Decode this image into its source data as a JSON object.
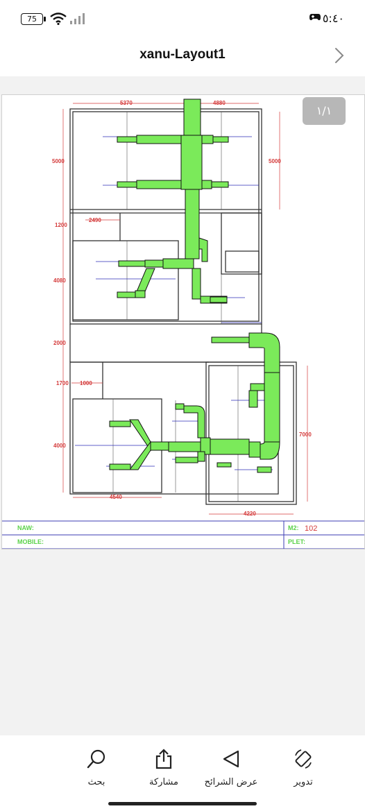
{
  "status": {
    "battery": "75",
    "time": "٥:٤٠"
  },
  "header": {
    "title": "xanu-Layout1"
  },
  "viewer": {
    "page_indicator": "١/١"
  },
  "drawing": {
    "dim_top_left": "5370",
    "dim_top_right": "4880",
    "dim_left_1": "5000",
    "dim_right_1": "5000",
    "dim_left_2": "1200",
    "dim_inner_1": "2490",
    "dim_left_3": "4080",
    "dim_left_4": "2000",
    "dim_left_5": "1700",
    "dim_inner_2": "1000",
    "dim_left_6": "4000",
    "dim_right_2": "7000",
    "dim_bottom_left": "4540",
    "dim_bottom_right": "4220",
    "info": {
      "naw_label": "NAW:",
      "mobile_label": "MOBILE:",
      "m2_label": "M2:",
      "m2_value": "102",
      "plet_label": "PLET:"
    }
  },
  "toolbar": {
    "search_label": "بحث",
    "share_label": "مشاركة",
    "slides_label": "عرض الشرائح",
    "rotate_label": "تدوير"
  },
  "colors": {
    "duct": "#7bea5a",
    "dimension": "#d43a3a",
    "wall": "#333333",
    "info_border": "#3b3bb3"
  }
}
